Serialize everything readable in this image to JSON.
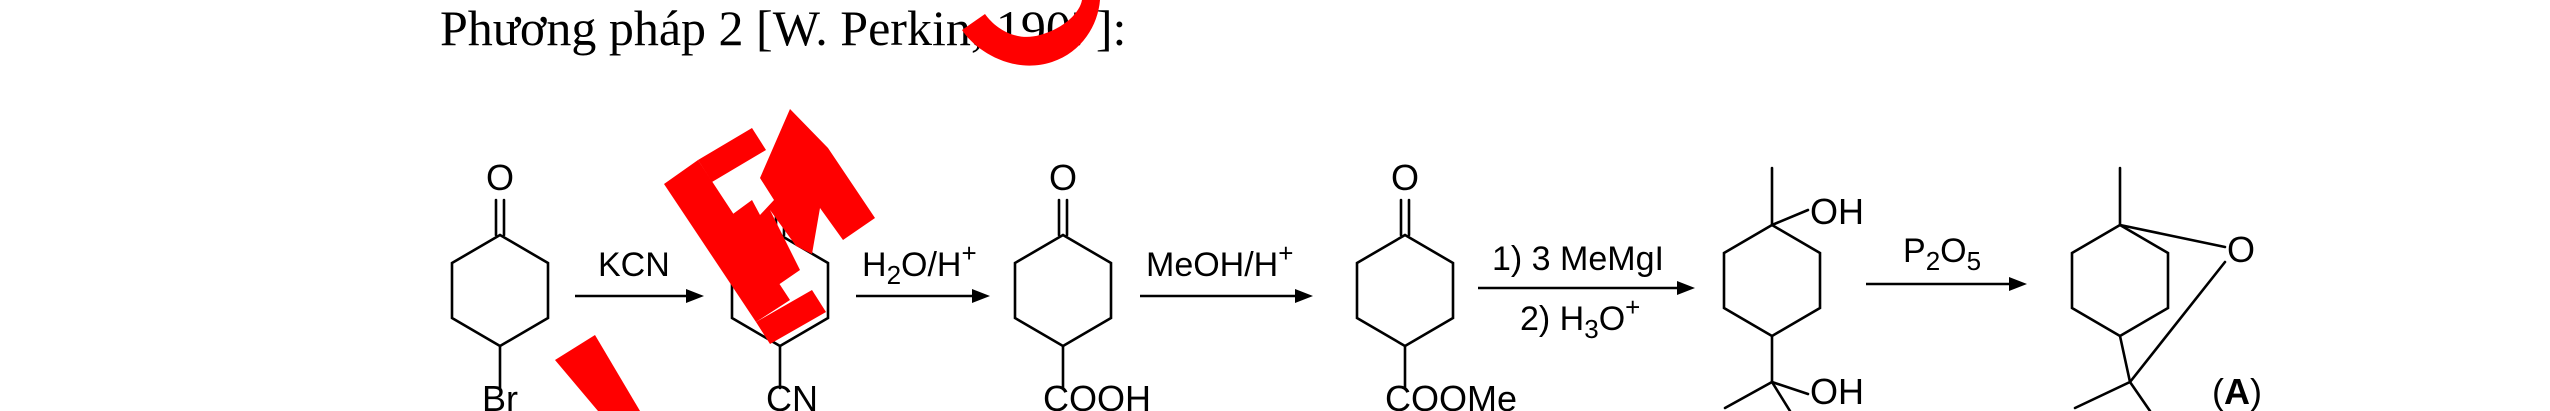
{
  "heading": "Phương pháp 2 [W. Perkin, 1907]:",
  "atoms": {
    "o": "O",
    "br": "Br",
    "cn": "CN",
    "cooh": "COOH",
    "coome": "COOMe",
    "oh": "OH"
  },
  "conditions": {
    "step1": "KCN",
    "step2_main": "H",
    "step2_sub": "2",
    "step2_rest": "O/H",
    "step2_sup": "+",
    "step3_main": "MeOH/H",
    "step3_sup": "+",
    "step4_line1": "1) 3 MeMgI",
    "step4_line2_pre": "2) H",
    "step4_line2_sub": "3",
    "step4_line2_o": "O",
    "step4_line2_sup": "+",
    "step5_main": "P",
    "step5_sub1": "2",
    "step5_o": "O",
    "step5_sub2": "5"
  },
  "product_label": {
    "open": "(",
    "letter": "A",
    "close": ")"
  },
  "colors": {
    "ink": "#000000",
    "watermark": "#ff0000"
  }
}
